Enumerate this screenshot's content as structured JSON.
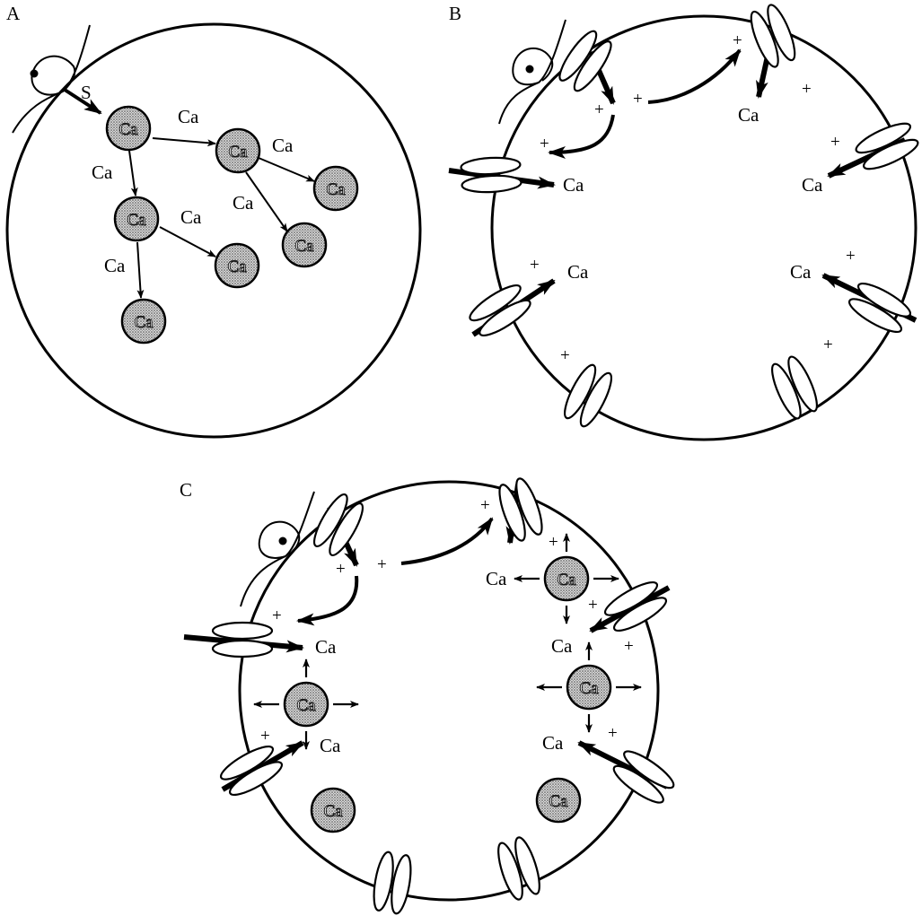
{
  "panels": {
    "a": "A",
    "b": "B",
    "c": "C"
  },
  "labels": {
    "ca": "Ca",
    "s": "S",
    "plus": "+"
  },
  "colors": {
    "stroke": "#000000",
    "stipple_fill": "#b5b5b5",
    "background": "#ffffff"
  }
}
